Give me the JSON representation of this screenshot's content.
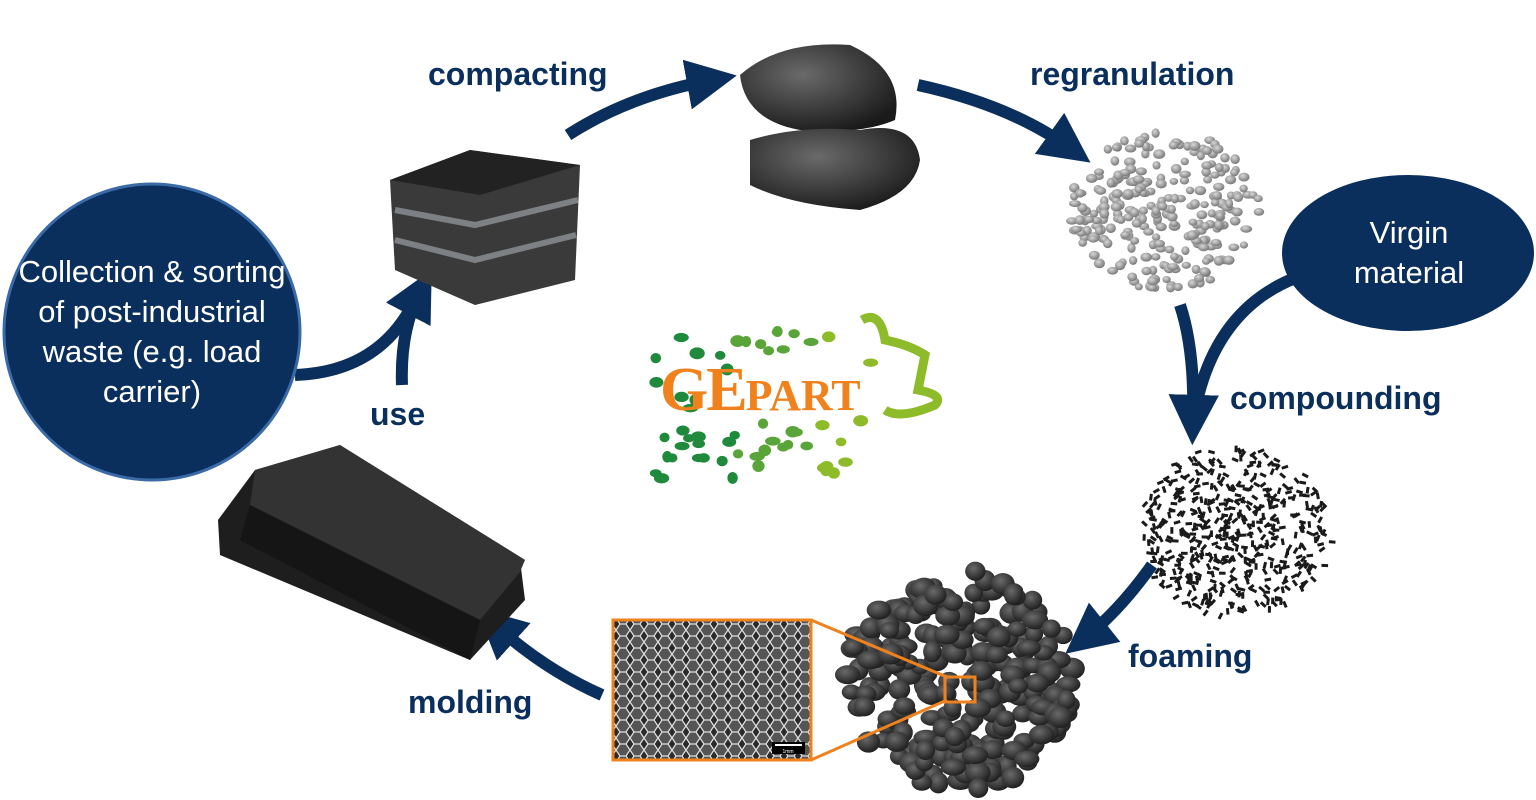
{
  "colors": {
    "navy": "#0b2f5c",
    "orange": "#f0821e",
    "green_dark": "#1f8a3c",
    "green_light": "#8dbb2a"
  },
  "steps": {
    "compacting": "compacting",
    "regranulation": "regranulation",
    "compounding": "compounding",
    "foaming": "foaming",
    "molding": "molding",
    "use": "use"
  },
  "collection": "Collection & sorting of post-industrial waste (e.g. load carrier)",
  "virgin": "Virgin material",
  "logo": {
    "text_ge": "GE",
    "text_part": "PART"
  },
  "sem": {
    "scale_bar": "1mm"
  }
}
